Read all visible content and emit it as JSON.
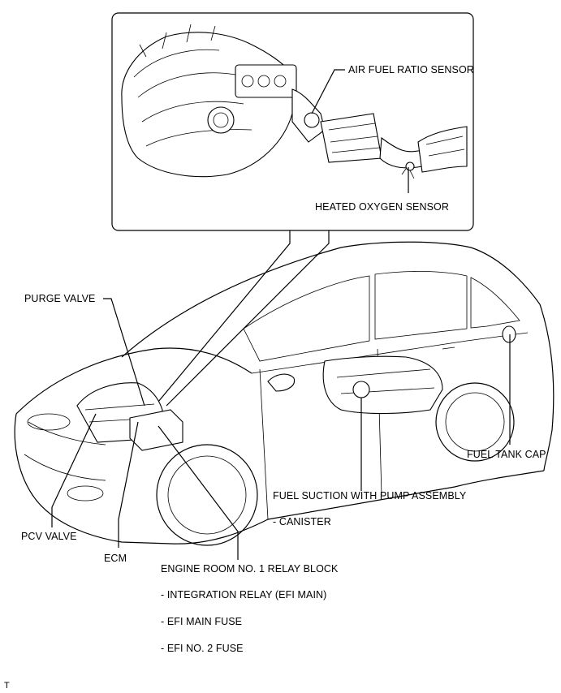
{
  "labels": {
    "air_fuel_ratio_sensor": "AIR FUEL RATIO SENSOR",
    "heated_oxygen_sensor": "HEATED OXYGEN SENSOR",
    "purge_valve": "PURGE VALVE",
    "fuel_tank_cap": "FUEL TANK CAP",
    "fuel_suction": "FUEL SUCTION WITH PUMP ASSEMBLY",
    "canister": "- CANISTER",
    "pcv_valve": "PCV VALVE",
    "ecm": "ECM",
    "relay_block": "ENGINE ROOM NO. 1 RELAY BLOCK",
    "integration_relay": "- INTEGRATION RELAY (EFI MAIN)",
    "efi_main_fuse": "- EFI MAIN FUSE",
    "efi_no2_fuse": "- EFI NO. 2 FUSE",
    "corner_mark": "T"
  }
}
